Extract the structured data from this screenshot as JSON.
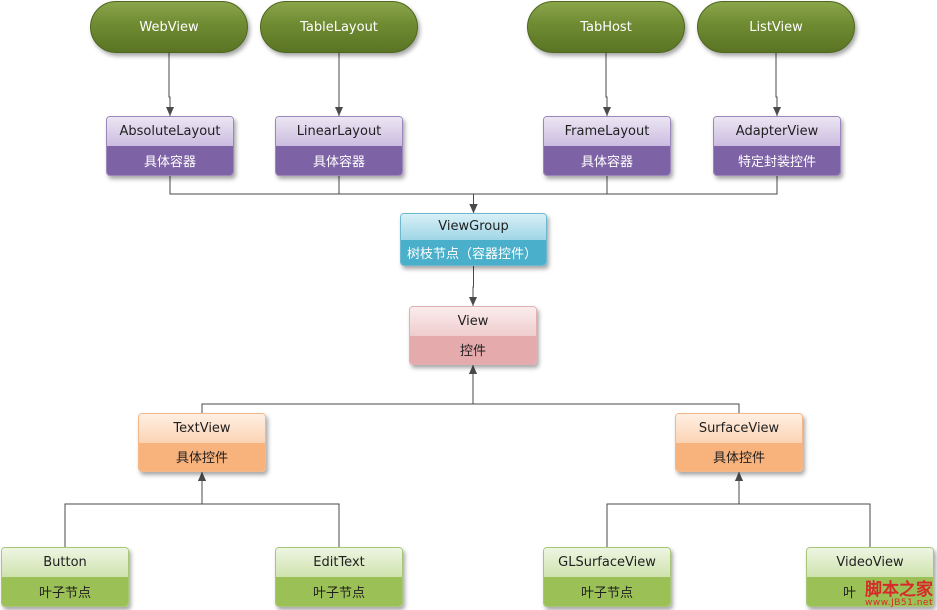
{
  "pills": [
    {
      "id": "webview",
      "label": "WebView"
    },
    {
      "id": "tablelayout",
      "label": "TableLayout"
    },
    {
      "id": "tabhost",
      "label": "TabHost"
    },
    {
      "id": "listview",
      "label": "ListView"
    }
  ],
  "nodes": [
    {
      "id": "absolutelayout",
      "title": "AbsoluteLayout",
      "subtitle": "具体容器",
      "color": "purple"
    },
    {
      "id": "linearlayout",
      "title": "LinearLayout",
      "subtitle": "具体容器",
      "color": "purple"
    },
    {
      "id": "framelayout",
      "title": "FrameLayout",
      "subtitle": "具体容器",
      "color": "purple"
    },
    {
      "id": "adapterview",
      "title": "AdapterView",
      "subtitle": "特定封装控件",
      "color": "purple"
    },
    {
      "id": "viewgroup",
      "title": "ViewGroup",
      "subtitle": "树枝节点（容器控件）",
      "color": "cyan"
    },
    {
      "id": "view",
      "title": "View",
      "subtitle": "控件",
      "color": "pink"
    },
    {
      "id": "textview",
      "title": "TextView",
      "subtitle": "具体控件",
      "color": "orange"
    },
    {
      "id": "surfaceview",
      "title": "SurfaceView",
      "subtitle": "具体控件",
      "color": "orange"
    },
    {
      "id": "button",
      "title": "Button",
      "subtitle": "叶子节点",
      "color": "green"
    },
    {
      "id": "edittext",
      "title": "EditText",
      "subtitle": "叶子节点",
      "color": "green"
    },
    {
      "id": "glsurfaceview",
      "title": "GLSurfaceView",
      "subtitle": "叶子节点",
      "color": "green"
    },
    {
      "id": "videoview",
      "title": "VideoView",
      "subtitle": "叶",
      "color": "green"
    }
  ],
  "edges": [
    {
      "from": "webview",
      "to": "absolutelayout"
    },
    {
      "from": "tablelayout",
      "to": "linearlayout"
    },
    {
      "from": "tabhost",
      "to": "framelayout"
    },
    {
      "from": "listview",
      "to": "adapterview"
    },
    {
      "from": "absolutelayout",
      "to": "viewgroup"
    },
    {
      "from": "linearlayout",
      "to": "viewgroup"
    },
    {
      "from": "framelayout",
      "to": "viewgroup"
    },
    {
      "from": "adapterview",
      "to": "viewgroup"
    },
    {
      "from": "viewgroup",
      "to": "view"
    },
    {
      "from": "textview",
      "to": "view"
    },
    {
      "from": "surfaceview",
      "to": "view"
    },
    {
      "from": "button",
      "to": "textview"
    },
    {
      "from": "edittext",
      "to": "textview"
    },
    {
      "from": "glsurfaceview",
      "to": "surfaceview"
    },
    {
      "from": "videoview",
      "to": "surfaceview"
    }
  ],
  "colors": {
    "line": "#4a4a4a",
    "pill": "#6f8b32",
    "purple": "#7e62a6",
    "cyan": "#4aafca",
    "pink": "#e4aaac",
    "orange": "#f8b27c",
    "green": "#9bc056",
    "watermark": "#d7292a"
  },
  "watermark": {
    "main": "脚本之家",
    "sub": "www.JB51.net"
  }
}
